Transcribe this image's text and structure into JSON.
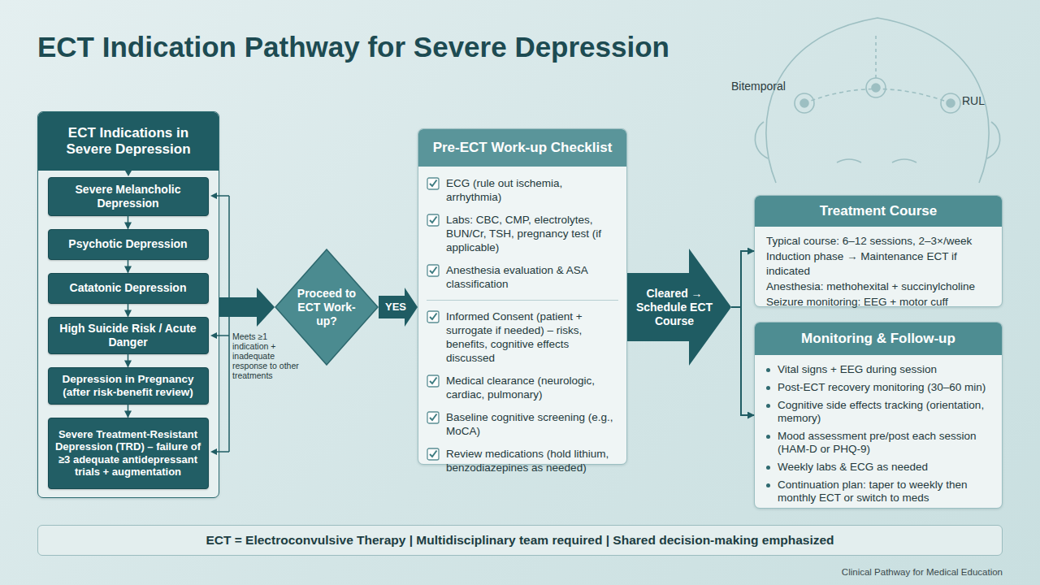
{
  "diagram": {
    "title": "ECT Indication Pathway for Severe Depression",
    "nodes": [
      {
        "text": [
          "ECT Indications in Severe Depression"
        ]
      },
      {
        "text": [
          "Severe Melancholic Depression"
        ],
        "in": 0
      },
      {
        "text": [
          "Psychotic Depression"
        ],
        "in": 0
      },
      {
        "text": [
          "Catatonic Depression"
        ],
        "in": 0
      },
      {
        "text": [
          "High Suicide Risk / Acute Danger"
        ],
        "in": 0
      },
      {
        "text": [
          "Depression in Pregnancy (after risk-benefit review)"
        ],
        "in": 0
      },
      {
        "text": [
          "Severe Treatment-Resistant Depression (TRD) – failure of ≥3 adequate antidepressant trials + augmentation"
        ],
        "in": 0
      },
      {
        "text": [
          "Proceed to ECT Work-up?"
        ]
      },
      {
        "text": [
          "Pre-ECT Work-up Checklist",
          "ECG (rule out ischemia, arrhythmia)",
          "Labs: CBC, CMP, electrolytes, BUN/Cr, TSH, pregnancy test (if applicable)",
          "Anesthesia evaluation & ASA classification",
          "Informed Consent (patient + surrogate if needed) – risks, benefits, cognitive effects discussed",
          "Medical clearance (neurologic, cardiac, pulmonary)",
          "Baseline cognitive screening (e.g., MoCA)",
          "Review medications (hold lithium, benzodiazepines as needed)"
        ]
      },
      {
        "text": [
          "Cleared → Schedule ECT Course"
        ]
      },
      {
        "text": [
          "Treatment Course",
          "Typical course: 6–12 sessions, 2–3×/week",
          "Induction phase → Maintenance ECT if indicated",
          "Anesthesia: methohexital + succinylcholine",
          "Seizure monitoring: EEG + motor cuff"
        ]
      },
      {
        "text": [
          "Monitoring & Follow-up",
          "Vital signs + EEG during session",
          "Post-ECT recovery monitoring (30–60 min)",
          "Cognitive side effects tracking (orientation, memory)",
          "Mood assessment pre/post each session (HAM-D or PHQ-9)",
          "Weekly labs & ECG as needed",
          "Continuation plan: taper to weekly then monthly ECT or switch to meds"
        ]
      },
      {
        "text": [
          "ECT = Electroconvulsive Therapy | Multidisciplinary team required | Shared decision-making emphasized"
        ]
      }
    ],
    "edges": [
      {
        "from": 1,
        "to": 2,
        "arrow": "to"
      },
      {
        "from": 2,
        "to": 3,
        "arrow": "to"
      },
      {
        "from": 3,
        "to": 4,
        "arrow": "to"
      },
      {
        "from": 4,
        "to": 5,
        "arrow": "to"
      },
      {
        "from": 5,
        "to": 6,
        "arrow": "to"
      },
      {
        "from": 0,
        "to": 7,
        "label": "Meets ≥1 indication + inadequate response to other treatments",
        "arrow": "to"
      },
      {
        "from": 7,
        "to": 8,
        "label": "YES",
        "arrow": "to"
      },
      {
        "from": 9,
        "to": 10,
        "arrow": "to"
      },
      {
        "from": 9,
        "to": 11,
        "arrow": "to"
      }
    ],
    "labels": [
      "Bitemporal",
      "RUL",
      "Clinical Pathway for Medical Education"
    ]
  }
}
